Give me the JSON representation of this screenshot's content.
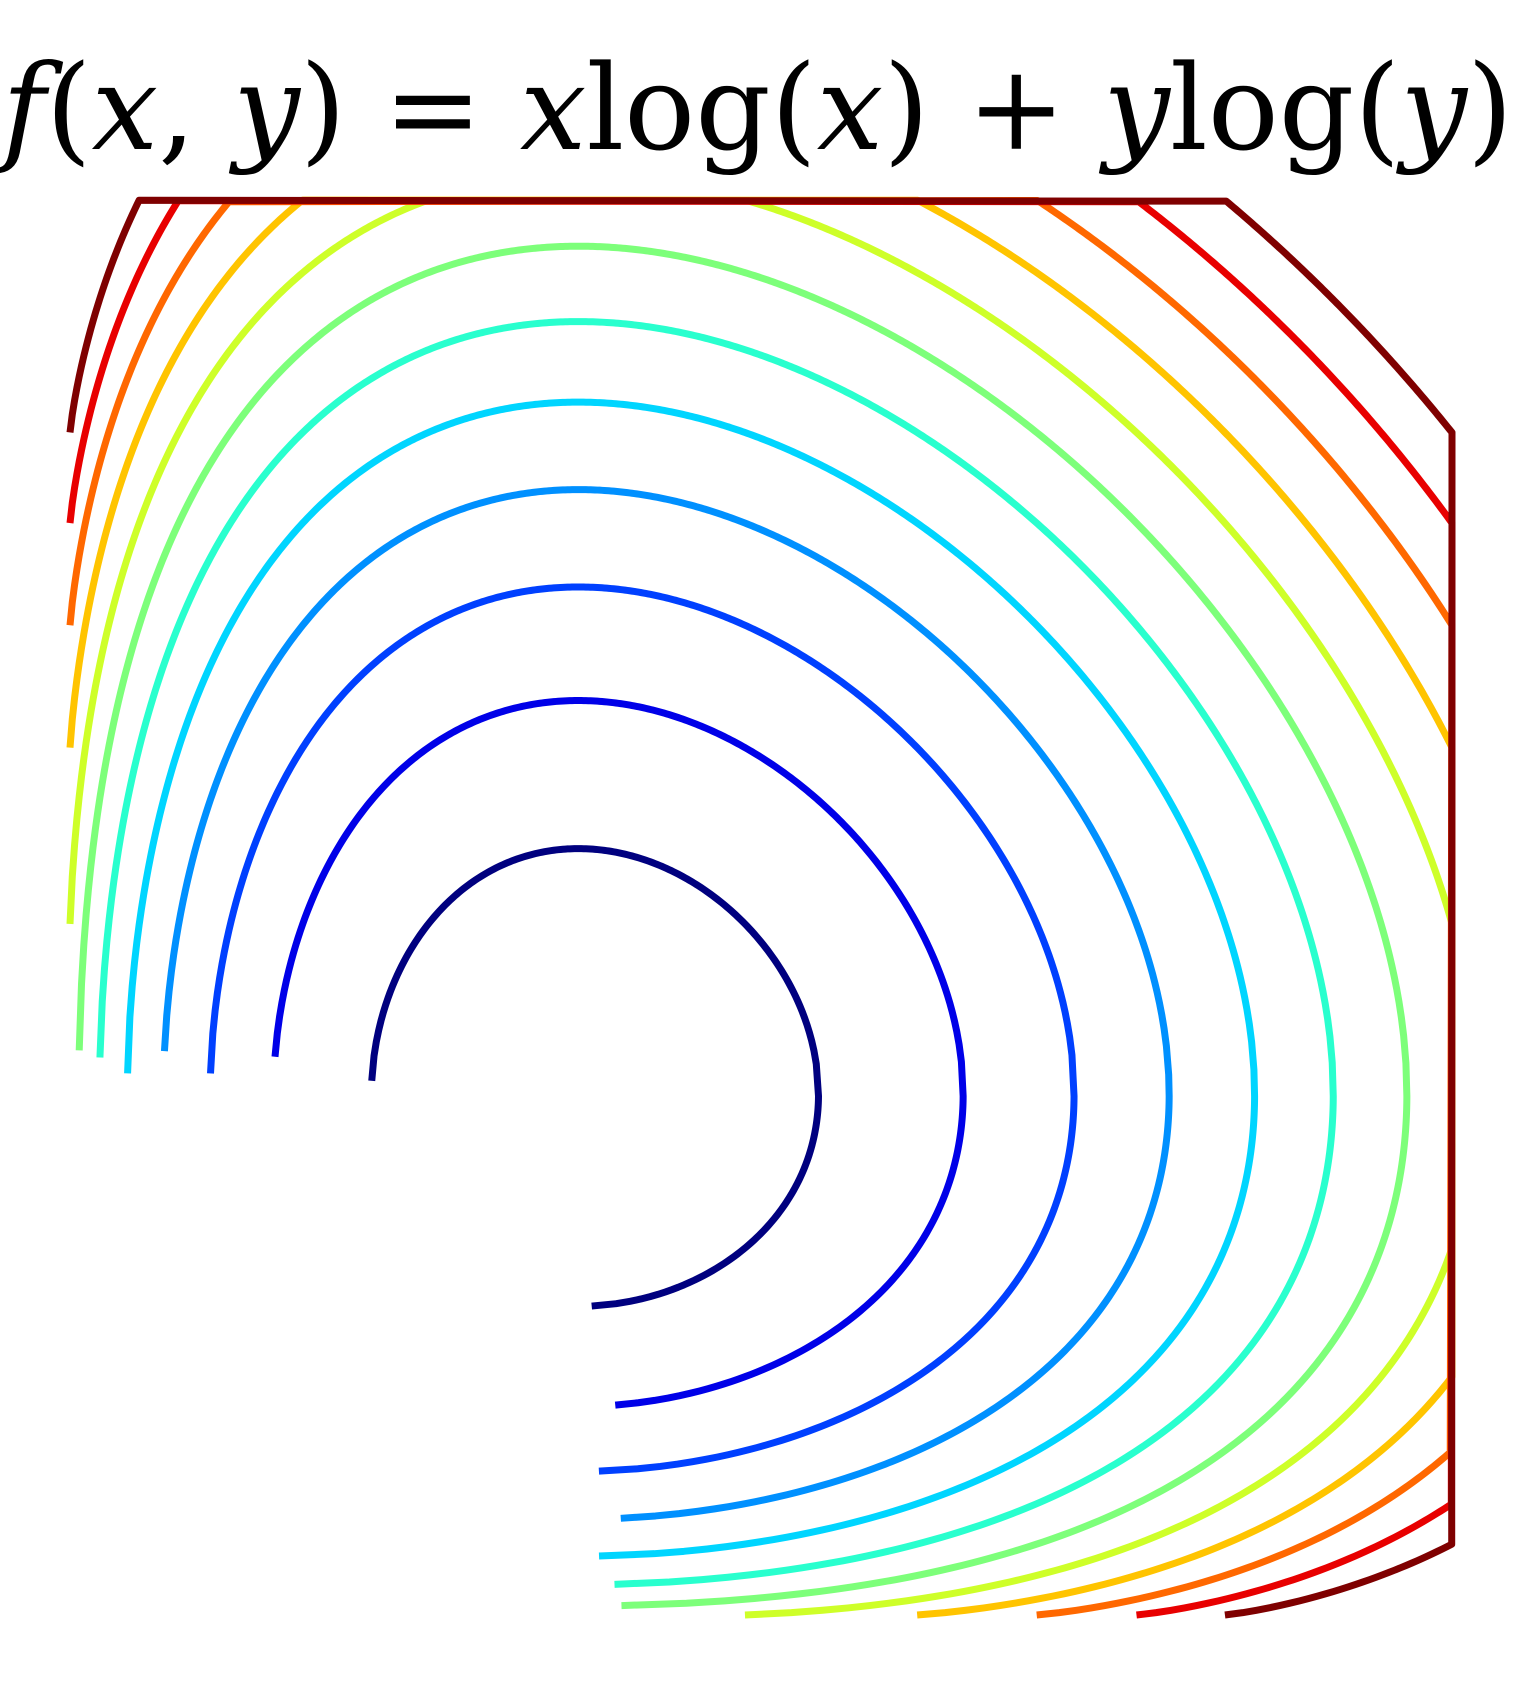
{
  "chart_data": {
    "type": "line",
    "title_parts": {
      "f": "f",
      "open1": "(",
      "x1": "x",
      "comma": ", ",
      "y1": "y",
      "close_eq": ") = ",
      "x2": "x",
      "log1": "log(",
      "x3": "x",
      "close_plus": ") + ",
      "y2": "y",
      "log2": "log(",
      "y3": "y",
      "close_end": ")"
    },
    "plot_kind": "contour",
    "function": "f(x, y) = x log(x) + y log(y)",
    "x_domain": [
      0,
      1
    ],
    "y_domain": [
      0,
      1
    ],
    "axes_visible": false,
    "grid": false,
    "legend": "none",
    "levels": [
      {
        "value": -0.7,
        "color": "#00007f"
      },
      {
        "value": -0.65,
        "color": "#0000e8"
      },
      {
        "value": -0.6,
        "color": "#0040ff"
      },
      {
        "value": -0.55,
        "color": "#0090ff"
      },
      {
        "value": -0.5,
        "color": "#00d5ff"
      },
      {
        "value": -0.45,
        "color": "#29ffce"
      },
      {
        "value": -0.4,
        "color": "#7dff7a"
      },
      {
        "value": -0.35,
        "color": "#ceff29"
      },
      {
        "value": -0.3,
        "color": "#ffc400"
      },
      {
        "value": -0.25,
        "color": "#ff6800"
      },
      {
        "value": -0.2,
        "color": "#e80000"
      },
      {
        "value": -0.15,
        "color": "#7f0000"
      }
    ]
  }
}
